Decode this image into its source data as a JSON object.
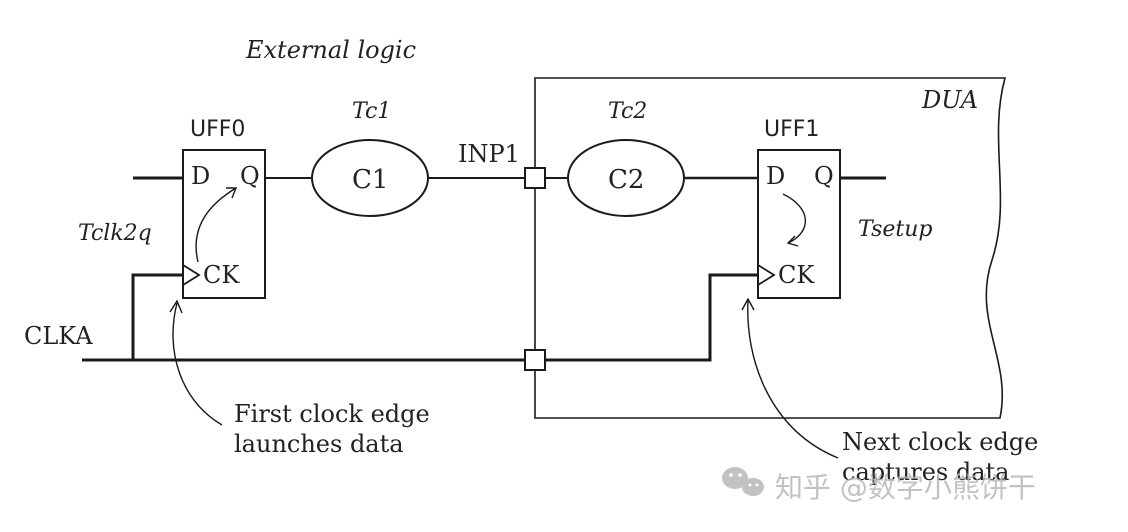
{
  "labels": {
    "external_logic": "External logic",
    "uff0": "UFF0",
    "uff1": "UFF1",
    "tc1": "Tc1",
    "tc2": "Tc2",
    "c1": "C1",
    "c2": "C2",
    "inp1": "INP1",
    "dua": "DUA",
    "tclk2q": "Tclk2q",
    "tsetup": "Tsetup",
    "clka": "CLKA",
    "d": "D",
    "q": "Q",
    "ck": "CK",
    "first_edge_line1": "First clock edge",
    "first_edge_line2": "launches data",
    "next_edge_line1": "Next clock edge",
    "next_edge_line2": "captures data"
  },
  "watermark": {
    "text": "知乎 @数字小熊饼干",
    "icon": "wechat-icon"
  },
  "colors": {
    "line": "#1a1a1a",
    "text": "#222222",
    "watermark": "#b8b8b8"
  }
}
